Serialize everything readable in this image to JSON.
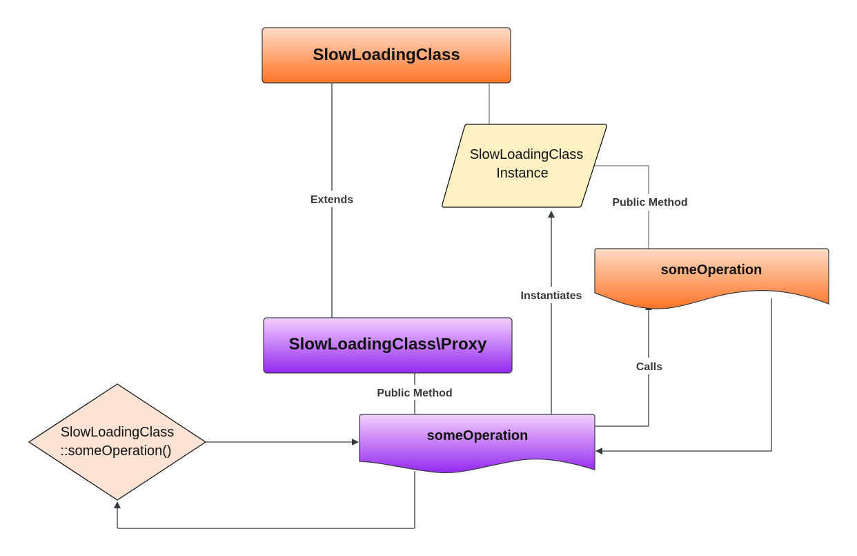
{
  "nodes": {
    "slow_loading_class": {
      "label": "SlowLoadingClass"
    },
    "instance": {
      "line1": "SlowLoadingClass",
      "line2": "Instance"
    },
    "proxy": {
      "label": "SlowLoadingClass\\Proxy"
    },
    "some_operation_right": {
      "label": "someOperation"
    },
    "some_operation_main": {
      "label": "someOperation"
    },
    "decision": {
      "line1": "SlowLoadingClass",
      "line2": "::someOperation()"
    }
  },
  "edges": {
    "extends": "Extends",
    "public_method_instance": "Public Method",
    "instantiates": "Instantiates",
    "calls": "Calls",
    "public_method_proxy": "Public Method"
  },
  "colors": {
    "orange_top": "#ffd9c2",
    "orange_bottom": "#ff7a2e",
    "purple_top": "#f2cbff",
    "purple_bottom": "#9b2ff0",
    "instance_fill": "#fff1c4",
    "decision_fill": "#fde3d3",
    "line": "#333a40"
  }
}
